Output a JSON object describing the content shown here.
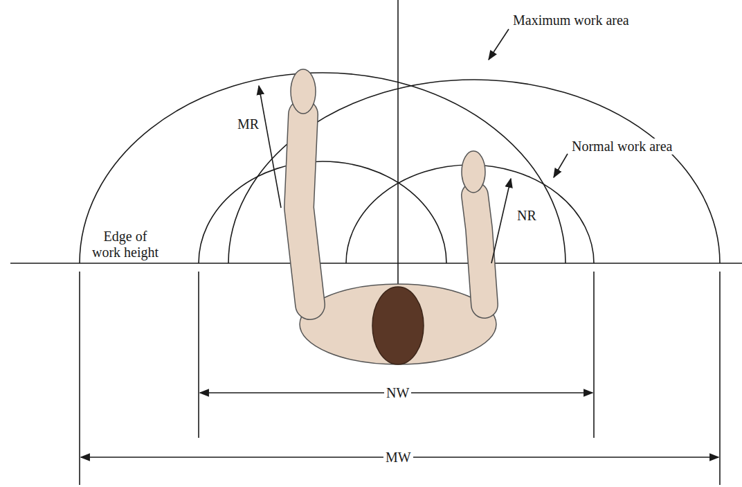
{
  "diagram": {
    "labels": [
      "Maximum work area",
      "Normal work area",
      "MR",
      "NR",
      "Edge of work height",
      "NW",
      "MW"
    ]
  }
}
